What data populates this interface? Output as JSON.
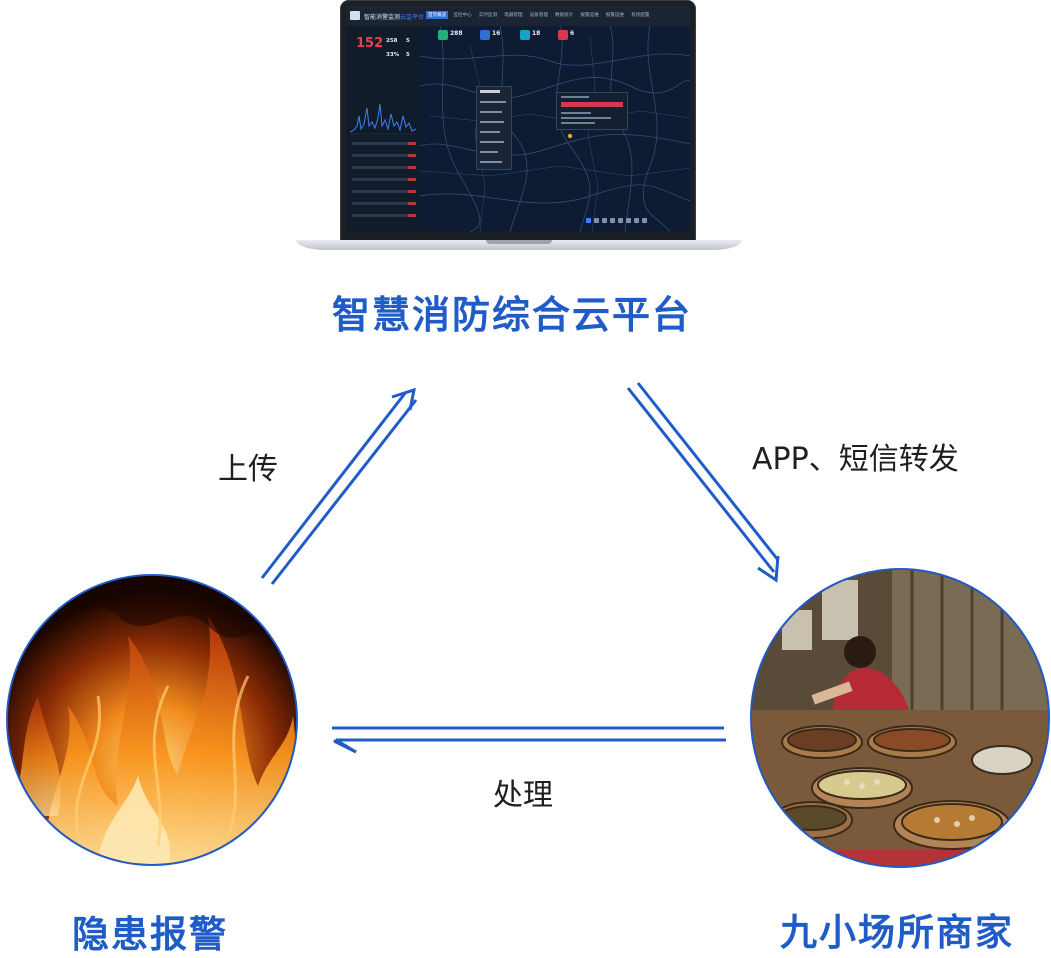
{
  "platform": {
    "label": "智慧消防综合云平台",
    "screen": {
      "app_title": "智能消警监测",
      "app_title_accent": "云监平台",
      "tabs": [
        "首页概览",
        "监控中心",
        "实时监测",
        "电器管理",
        "设备管理",
        "数据统计",
        "报警运维",
        "报警运维",
        "系统配置"
      ],
      "active_tab": 0,
      "big_number": "152",
      "kpis": [
        "258",
        "5",
        "33%",
        "5"
      ],
      "stat_tiles": [
        {
          "value": "288",
          "color": "#1fb37a"
        },
        {
          "value": "16",
          "color": "#2f6fd6"
        },
        {
          "value": "18",
          "color": "#17a3c8"
        },
        {
          "value": "6",
          "color": "#d8384a"
        }
      ]
    }
  },
  "nodes": {
    "hazard": {
      "label": "隐患报警",
      "icon": "fire-photo"
    },
    "merchant": {
      "label": "九小场所商家",
      "icon": "market-stall-photo"
    }
  },
  "edges": {
    "upload": "上传",
    "forward": "APP、短信转发",
    "handle": "处理"
  },
  "colors": {
    "accent": "#1f5cc8",
    "text": "#1f1f1f"
  }
}
